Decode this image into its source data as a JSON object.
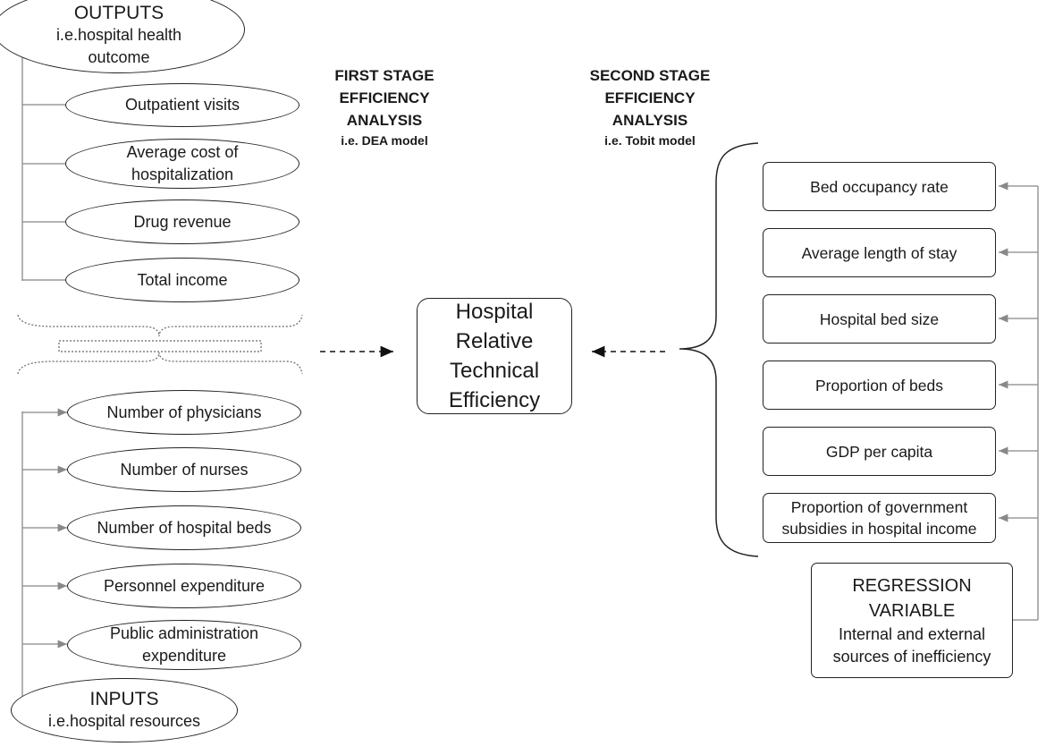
{
  "outputs": {
    "title": "OUTPUTS",
    "subtitle": "i.e.hospital health outcome",
    "items": [
      "Outpatient visits",
      "Average cost of hospitalization",
      "Drug revenue",
      "Total income"
    ]
  },
  "inputs": {
    "title": "INPUTS",
    "subtitle": "i.e.hospital resources",
    "items": [
      "Number of physicians",
      "Number of nurses",
      "Number of hospital beds",
      "Personnel expenditure",
      "Public administration expenditure"
    ]
  },
  "first_stage": {
    "lines": [
      "FIRST STAGE",
      "EFFICIENCY",
      "ANALYSIS"
    ],
    "sub": "i.e. DEA model"
  },
  "second_stage": {
    "lines": [
      "SECOND STAGE",
      "EFFICIENCY",
      "ANALYSIS"
    ],
    "sub": "i.e. Tobit model"
  },
  "center": {
    "lines": [
      "Hospital",
      "Relative",
      "Technical",
      "Efficiency"
    ]
  },
  "variables": [
    "Bed occupancy rate",
    "Average length of stay",
    "Hospital bed size",
    "Proportion of beds",
    "GDP per capita",
    "Proportion of government subsidies in hospital income"
  ],
  "regression": {
    "title_lines": [
      "REGRESSION",
      "VARIABLE"
    ],
    "sub": "Internal and external sources of inefficiency"
  }
}
